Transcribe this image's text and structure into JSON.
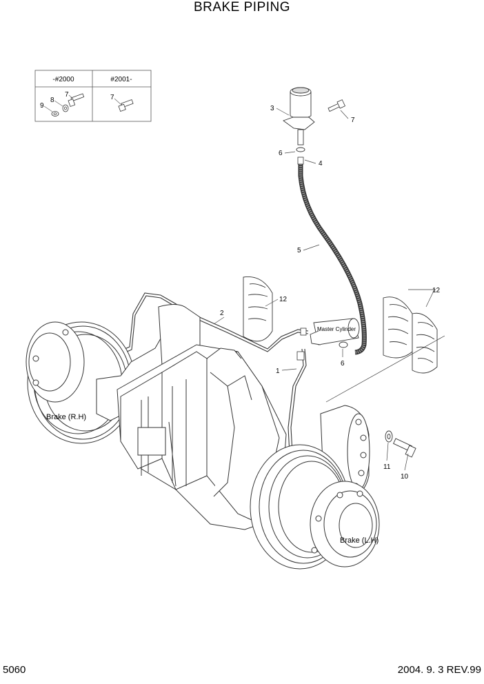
{
  "title": "BRAKE PIPING",
  "page_number": "5060",
  "revision": "2004. 9. 3 REV.99",
  "serial_table": {
    "columns": [
      {
        "header": "-#2000",
        "callouts": [
          "7",
          "8",
          "9"
        ]
      },
      {
        "header": "#2001-",
        "callouts": [
          "7"
        ]
      }
    ]
  },
  "labels": {
    "master_cylinder": "Master Cylinder",
    "brake_rh": "Brake (R.H)",
    "brake_lh": "Brake (L.H)"
  },
  "callouts": {
    "c1": "1",
    "c2": "2",
    "c3": "3",
    "c4": "4",
    "c5": "5",
    "c6a": "6",
    "c6b": "6",
    "c7": "7",
    "c10": "10",
    "c11": "11",
    "c12a": "12",
    "c12b": "12"
  }
}
